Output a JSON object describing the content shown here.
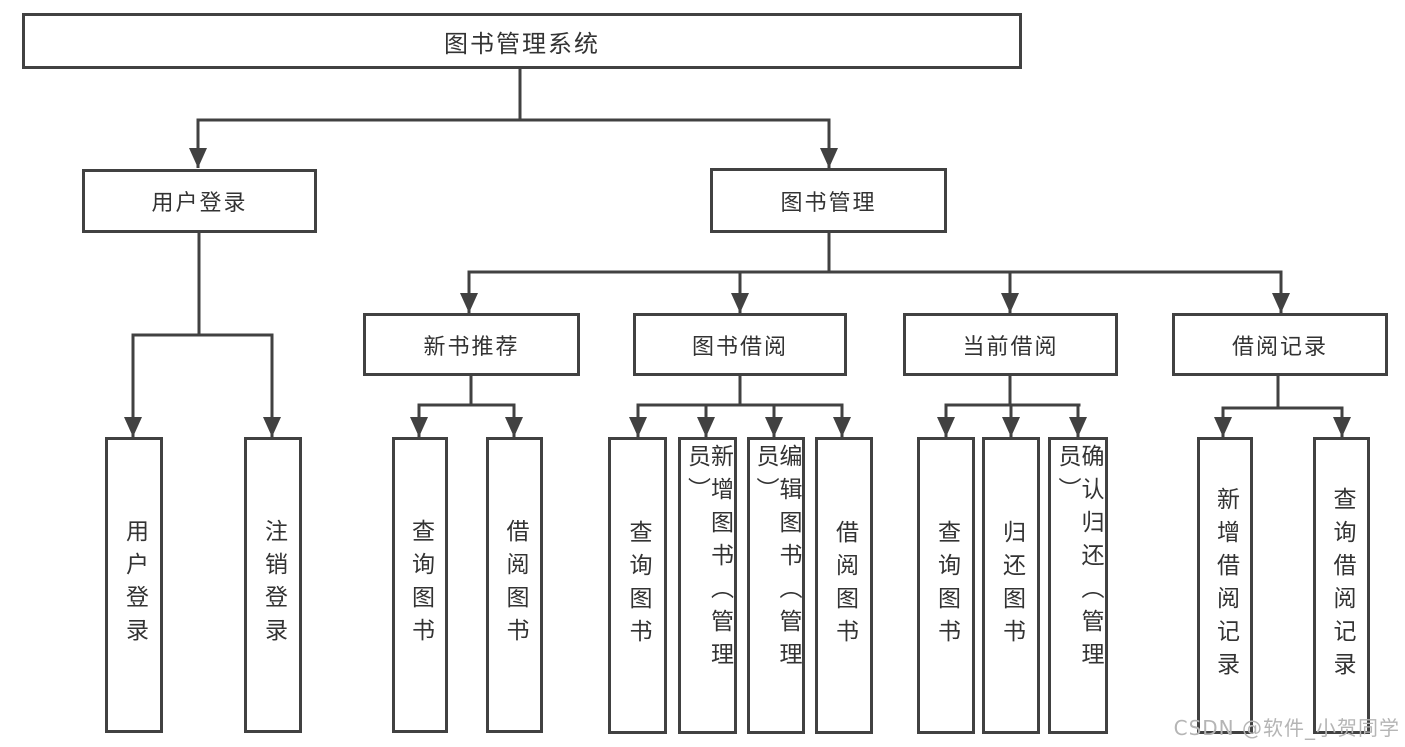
{
  "diagram_type": "functional-structure-tree",
  "tree": {
    "label": "图书管理系统",
    "children": [
      {
        "label": "用户登录",
        "children": [
          {
            "label": "用户登录"
          },
          {
            "label": "注销登录"
          }
        ]
      },
      {
        "label": "图书管理",
        "children": [
          {
            "label": "新书推荐",
            "children": [
              {
                "label": "查询图书"
              },
              {
                "label": "借阅图书"
              }
            ]
          },
          {
            "label": "图书借阅",
            "children": [
              {
                "label": "查询图书"
              },
              {
                "label": "新增图书（管理员）"
              },
              {
                "label": "编辑图书（管理员）"
              },
              {
                "label": "借阅图书"
              }
            ]
          },
          {
            "label": "当前借阅",
            "children": [
              {
                "label": "查询图书"
              },
              {
                "label": "归还图书"
              },
              {
                "label": "确认归还（管理员）"
              }
            ]
          },
          {
            "label": "借阅记录",
            "children": [
              {
                "label": "新增借阅记录"
              },
              {
                "label": "查询借阅记录"
              }
            ]
          }
        ]
      }
    ]
  },
  "watermark": {
    "text": "CSDN @软件_小贺同学"
  },
  "colors": {
    "line": "#414141",
    "text": "#333333",
    "watermark": "#b5b5b5",
    "background": "#ffffff"
  }
}
